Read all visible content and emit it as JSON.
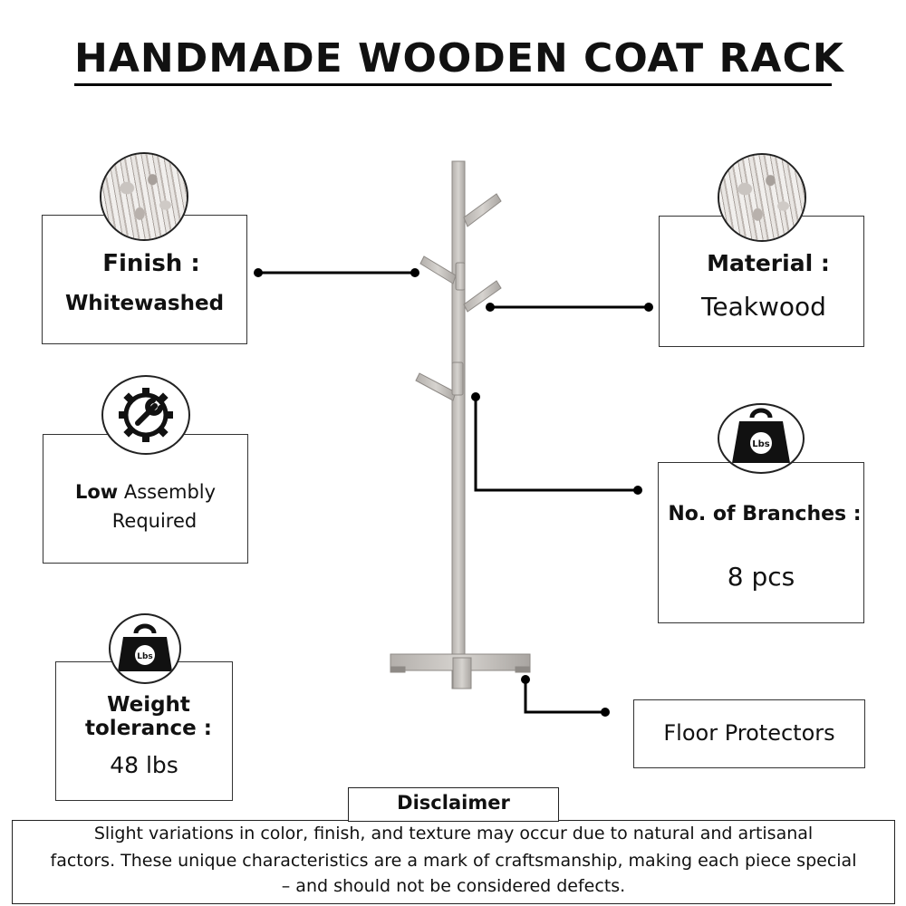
{
  "title": "HANDMADE WOODEN COAT RACK",
  "finish": {
    "label": "Finish :",
    "value": "Whitewashed",
    "swatch": "whitewash-texture"
  },
  "material": {
    "label": "Material :",
    "value": "Teakwood",
    "swatch": "teak-texture"
  },
  "assembly": {
    "line1_strong": "Low",
    "line1_rest": " Assembly",
    "line2": "Required",
    "icon": "gear-wrench-icon"
  },
  "branches": {
    "label": "No. of Branches :",
    "value": "8 pcs",
    "icon_text": "Lbs",
    "icon": "weight-icon"
  },
  "weight": {
    "line1": "Weight",
    "line2": "tolerance :",
    "value": "48 lbs",
    "icon_text": "Lbs",
    "icon": "weight-icon"
  },
  "floor": {
    "label": "Floor Protectors"
  },
  "disclaimer": {
    "title": "Disclaimer",
    "line1": "Slight variations in color, finish, and texture may occur due to natural and artisanal",
    "line2": "factors. These unique characteristics are a mark of craftsmanship, making each piece special",
    "line3": "– and should not be considered defects."
  },
  "colors": {
    "wood": "#c9c6c2",
    "wood_dark": "#9e9a95",
    "line": "#000000"
  }
}
